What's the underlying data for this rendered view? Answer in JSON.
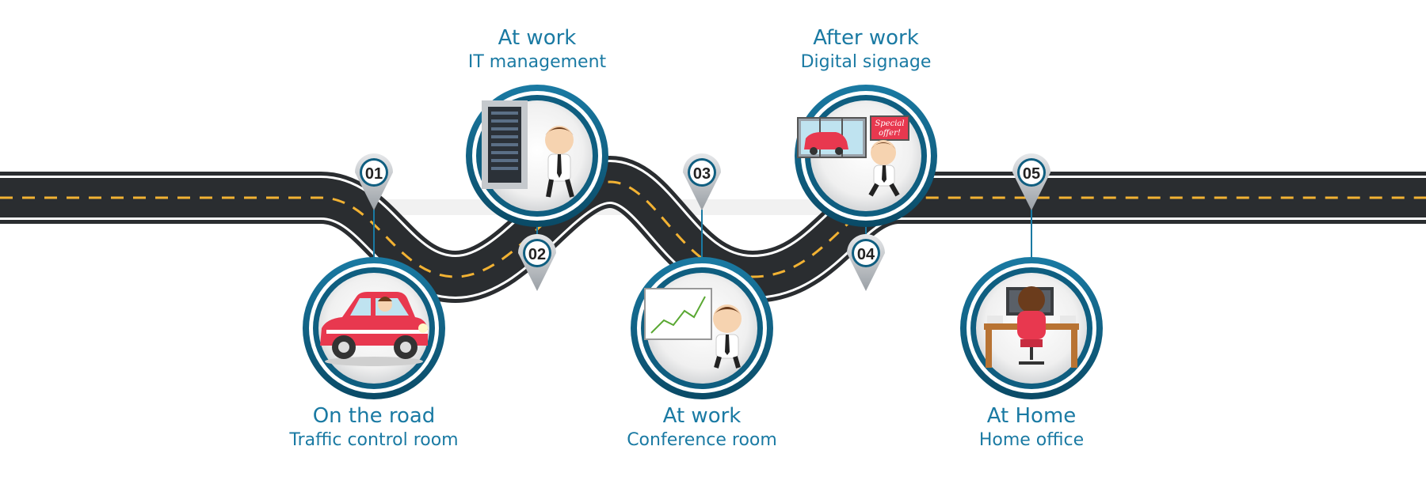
{
  "stops": [
    {
      "number": "01",
      "title": "On the road",
      "subtitle": "Traffic control room",
      "icon": "car-icon"
    },
    {
      "number": "02",
      "title": "At work",
      "subtitle": "IT management",
      "icon": "server-rack-icon"
    },
    {
      "number": "03",
      "title": "At work",
      "subtitle": "Conference room",
      "icon": "presentation-chart-icon"
    },
    {
      "number": "04",
      "title": "After work",
      "subtitle": "Digital signage",
      "icon": "digital-signage-icon"
    },
    {
      "number": "05",
      "title": "At Home",
      "subtitle": "Home office",
      "icon": "home-desk-icon"
    }
  ],
  "signage": {
    "line1": "Special",
    "line2": "offer!"
  },
  "colors": {
    "accent": "#1a7aa3",
    "road": "#2a2d30",
    "dash": "#f2b233",
    "ring": "#0f5e80"
  }
}
